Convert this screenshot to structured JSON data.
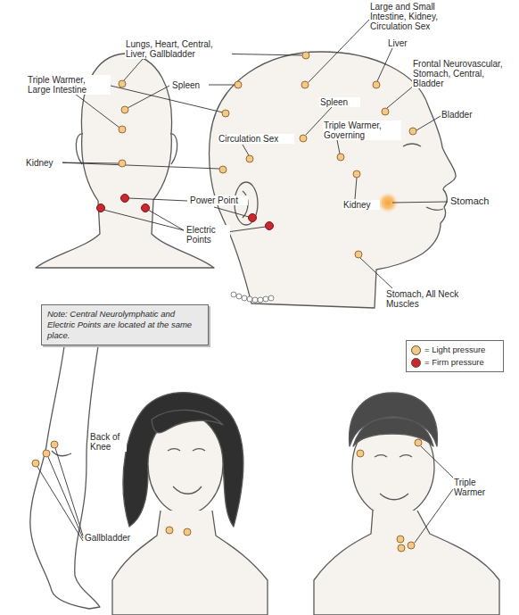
{
  "diagram": {
    "nodes": [
      {
        "text": [
          "Note: Central Neurolymphatic and Electric Points are located at the same place."
        ]
      }
    ],
    "labels": [
      "Large and Small Intestine, Kidney, Circulation Sex",
      "Lungs, Heart, Central, Liver, Gallbladder",
      "Liver",
      "Triple Warmer, Large Intestine",
      "Spleen",
      "Frontal Neurovascular, Stomach, Central, Bladder",
      "Spleen",
      "Bladder",
      "Circulation Sex",
      "Triple Warmer, Governing",
      "Kidney",
      "Kidney",
      "Stomach",
      "Power Point",
      "Electric Points",
      "Stomach, All Neck Muscles",
      "Back of Knee",
      "Gallbladder",
      "Triple Warmer"
    ],
    "legend": [
      {
        "text": "= Light pressure",
        "color": "#f3c98a"
      },
      {
        "text": "= Firm pressure",
        "color": "#c8282e"
      }
    ]
  }
}
